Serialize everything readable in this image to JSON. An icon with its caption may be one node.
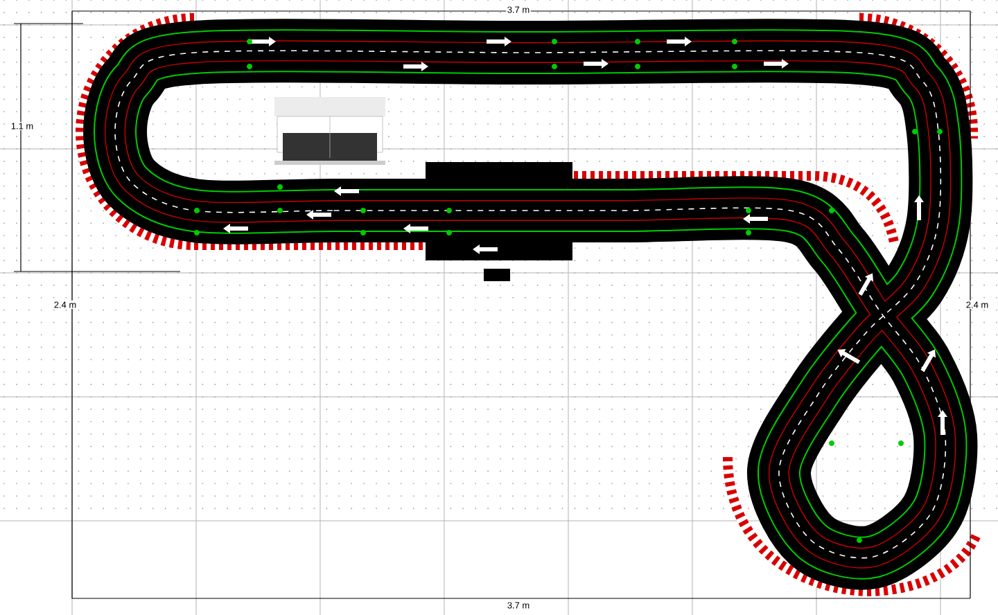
{
  "diagram": {
    "labels": [
      "3.7 m",
      "1.1 m",
      "2.4 m",
      "2.4 m",
      "3.7 m"
    ]
  }
}
